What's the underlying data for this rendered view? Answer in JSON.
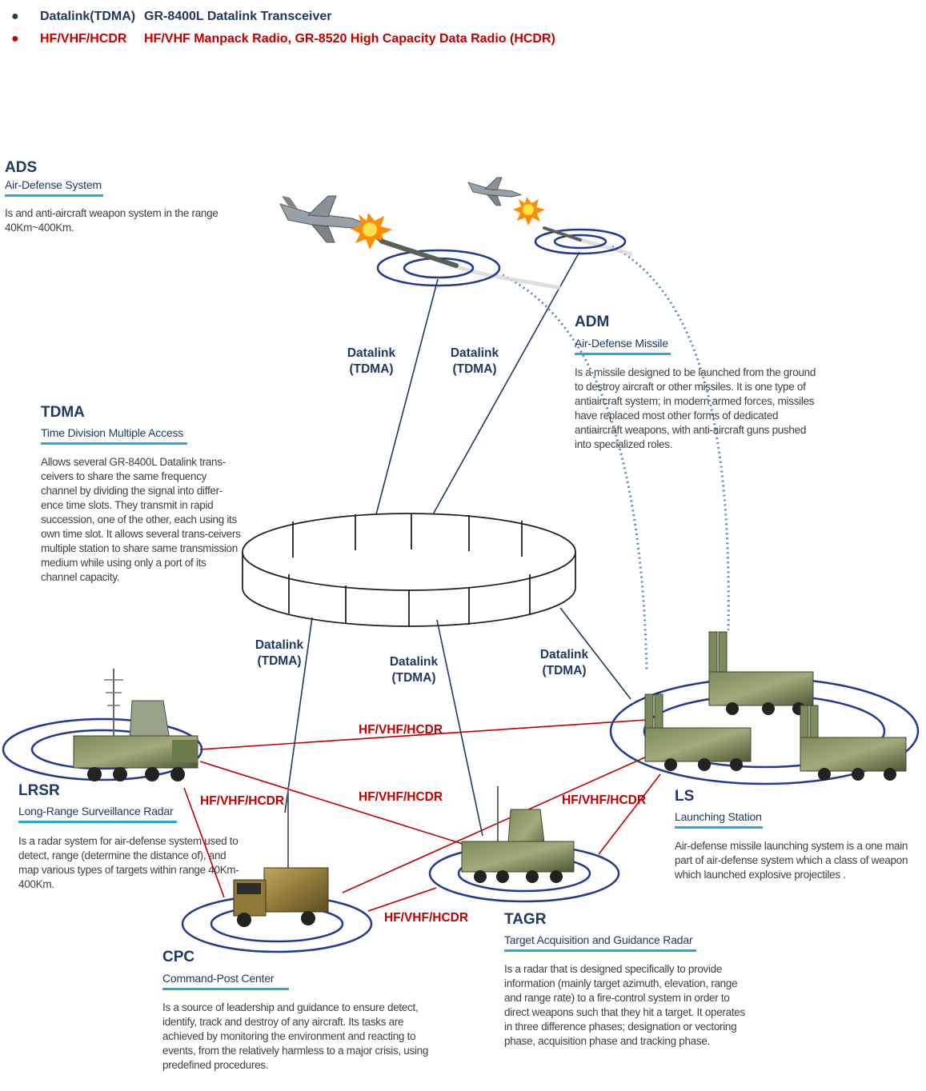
{
  "legend": [
    {
      "key": "Datalink(TDMA)",
      "desc": "GR-8400L Datalink Transceiver",
      "color": "#1f3864"
    },
    {
      "key": "HF/VHF/HCDR",
      "desc": "HF/VHF Manpack Radio, GR-8520 High Capacity Data Radio (HCDR)",
      "color": "#c00000"
    }
  ],
  "bullet_glyph": "●",
  "sections": {
    "ads": {
      "title": "ADS",
      "subtitle": "Air-Defense System",
      "desc": "Is and anti-aircraft weapon system in the range 40Km~400Km."
    },
    "adm": {
      "title": "ADM",
      "subtitle": "Air-Defense Missile",
      "desc": "Is a missile designed to be launched from the ground to destroy aircraft or other missiles. It is one type of antiaircraft system; in modern armed forces, missiles have replaced most other forms of dedicated antiaircraft weapons, with anti-aircraft guns pushed into specialized roles."
    },
    "tdma": {
      "title": "TDMA",
      "subtitle": "Time Division Multiple Access",
      "desc": "Allows several GR-8400L Datalink trans-ceivers to share the same frequency channel by dividing the signal into differ-ence time slots. They transmit in rapid succession, one of the other, each using its own time slot. It allows several trans-ceivers multiple station to share same transmission medium while using only a port of its channel capacity."
    },
    "lrsr": {
      "title": "LRSR",
      "subtitle": "Long-Range Surveillance Radar",
      "desc": "Is a radar system for air-defense system used to detect, range (determine the distance of), and map various types of targets within range 40Km-400Km."
    },
    "ls": {
      "title": "LS",
      "subtitle": "Launching Station",
      "desc": "Air-defense missile launching system is a one main part of air-defense system which a class of weapon which launched explosive projectiles ."
    },
    "cpc": {
      "title": "CPC",
      "subtitle": "Command-Post Center",
      "desc": "Is a source of leadership and guidance to ensure detect, identify, track and destroy of any aircraft. Its tasks are achieved by monitoring the environment and reacting to events, from the relatively harmless to a major crisis, using predefined procedures."
    },
    "tagr": {
      "title": "TAGR",
      "subtitle": "Target Acquisition and Guidance Radar",
      "desc": "Is a radar that is designed specifically to provide information (mainly target azimuth, elevation, range and range rate) to a fire-control system in order to direct weapons such that they hit a target. It operates in three difference phases; designation or vectoring phase, acquisition phase and tracking phase."
    }
  },
  "links": {
    "datalink_line1": "Datalink",
    "datalink_line2": "(TDMA)",
    "hf": "HF/VHF/HCDR"
  },
  "colors": {
    "datalink": "#1f3864",
    "hf": "#c00000",
    "accent": "#29a8e0",
    "ring": "#1f3a93"
  },
  "icons": [
    "fighter-jet-icon",
    "explosion-icon",
    "missile-icon",
    "radar-truck-icon",
    "launcher-truck-icon",
    "command-truck-icon",
    "antenna-icon"
  ]
}
